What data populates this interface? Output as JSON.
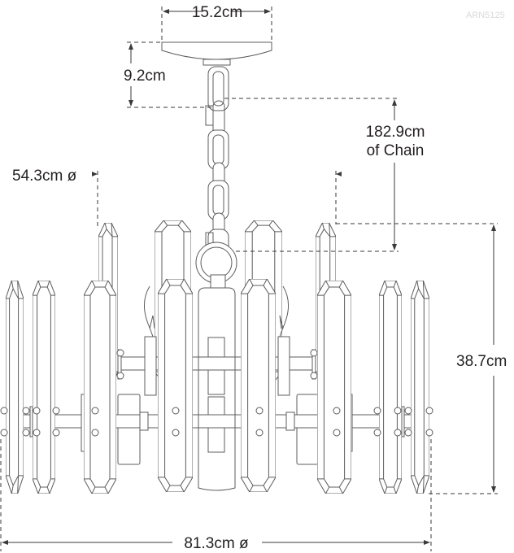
{
  "diagram": {
    "product_code": "ARN5125",
    "dimensions": {
      "canopy_width": "15.2cm",
      "canopy_height": "9.2cm",
      "chain_length": "182.9cm",
      "chain_label": "of Chain",
      "upper_diameter": "54.3cm ø",
      "body_height": "38.7cm",
      "overall_diameter": "81.3cm ø"
    },
    "colors": {
      "line": "#5c5c5c",
      "dimension": "#3a3a3a",
      "text": "#231f20",
      "product_code": "#d9d9d9"
    }
  }
}
